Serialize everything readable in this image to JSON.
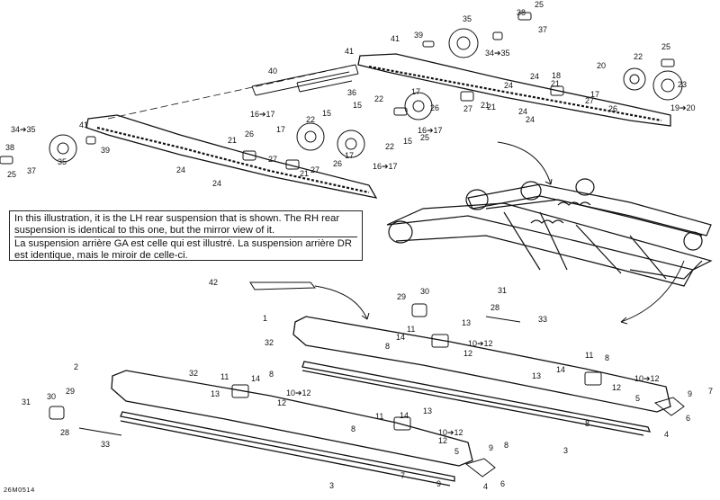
{
  "note": {
    "en": "In this illustration, it is the LH rear suspension that is shown. The RH rear suspension is identical to this one, but the mirror view of it.",
    "fr": "La suspension arrière GA est celle qui est illustré. La suspension arrière DR est identique, mais le miroir de celle-ci."
  },
  "reference": "26M0514",
  "callouts": [
    {
      "id": "c38a",
      "text": "38"
    },
    {
      "id": "c25a",
      "text": "25"
    },
    {
      "id": "c37a",
      "text": "37"
    },
    {
      "id": "c35a",
      "text": "35"
    },
    {
      "id": "c3435a",
      "text": "34➔35"
    },
    {
      "id": "c41a",
      "text": "41"
    },
    {
      "id": "c39a",
      "text": "39"
    },
    {
      "id": "c40",
      "text": "40"
    },
    {
      "id": "c41b",
      "text": "41"
    },
    {
      "id": "c36",
      "text": "36"
    },
    {
      "id": "c24a",
      "text": "24"
    },
    {
      "id": "c24b",
      "text": "24"
    },
    {
      "id": "c22a",
      "text": "22"
    },
    {
      "id": "c25b",
      "text": "25"
    },
    {
      "id": "c20a",
      "text": "20"
    },
    {
      "id": "c18",
      "text": "18"
    },
    {
      "id": "c21a",
      "text": "21"
    },
    {
      "id": "c23",
      "text": "23"
    },
    {
      "id": "c17a",
      "text": "17"
    },
    {
      "id": "c27a",
      "text": "27"
    },
    {
      "id": "c26a",
      "text": "26"
    },
    {
      "id": "c1920",
      "text": "19➔20"
    },
    {
      "id": "c21b",
      "text": "21"
    },
    {
      "id": "c24c",
      "text": "24"
    },
    {
      "id": "c24d",
      "text": "24"
    },
    {
      "id": "c26b",
      "text": "26"
    },
    {
      "id": "c22b",
      "text": "22"
    },
    {
      "id": "c15a",
      "text": "15"
    },
    {
      "id": "c1617a",
      "text": "16➔17"
    },
    {
      "id": "c17b",
      "text": "17"
    },
    {
      "id": "c27b",
      "text": "27"
    },
    {
      "id": "c21c",
      "text": "21"
    },
    {
      "id": "c1617b",
      "text": "16➔17"
    },
    {
      "id": "c22c",
      "text": "22"
    },
    {
      "id": "c15b",
      "text": "15"
    },
    {
      "id": "c22d",
      "text": "22"
    },
    {
      "id": "c25c",
      "text": "25"
    },
    {
      "id": "c15c",
      "text": "15"
    },
    {
      "id": "c26c",
      "text": "26"
    },
    {
      "id": "c17c",
      "text": "17"
    },
    {
      "id": "c21d",
      "text": "21"
    },
    {
      "id": "c27c",
      "text": "27"
    },
    {
      "id": "c27d",
      "text": "27"
    },
    {
      "id": "c21e",
      "text": "21"
    },
    {
      "id": "c26d",
      "text": "26"
    },
    {
      "id": "c17d",
      "text": "17"
    },
    {
      "id": "c1617c",
      "text": "16➔17"
    },
    {
      "id": "c3435b",
      "text": "34➔35"
    },
    {
      "id": "c41c",
      "text": "41"
    },
    {
      "id": "c39b",
      "text": "39"
    },
    {
      "id": "c38b",
      "text": "38"
    },
    {
      "id": "c37b",
      "text": "37"
    },
    {
      "id": "c35b",
      "text": "35"
    },
    {
      "id": "c25d",
      "text": "25"
    },
    {
      "id": "c24e",
      "text": "24"
    },
    {
      "id": "c24f",
      "text": "24"
    },
    {
      "id": "c42",
      "text": "42"
    },
    {
      "id": "c1",
      "text": "1"
    },
    {
      "id": "c29a",
      "text": "29"
    },
    {
      "id": "c30a",
      "text": "30"
    },
    {
      "id": "c31a",
      "text": "31"
    },
    {
      "id": "c28a",
      "text": "28"
    },
    {
      "id": "c33a",
      "text": "33"
    },
    {
      "id": "c32a",
      "text": "32"
    },
    {
      "id": "c13a",
      "text": "13"
    },
    {
      "id": "c11a",
      "text": "11"
    },
    {
      "id": "c14a",
      "text": "14"
    },
    {
      "id": "c8a",
      "text": "8"
    },
    {
      "id": "c1012a",
      "text": "10➔12"
    },
    {
      "id": "c12a",
      "text": "12"
    },
    {
      "id": "c2",
      "text": "2"
    },
    {
      "id": "c32b",
      "text": "32"
    },
    {
      "id": "c11b",
      "text": "11"
    },
    {
      "id": "c14b",
      "text": "14"
    },
    {
      "id": "c8b",
      "text": "8"
    },
    {
      "id": "c13b",
      "text": "13"
    },
    {
      "id": "c1012b",
      "text": "10➔12"
    },
    {
      "id": "c12b",
      "text": "12"
    },
    {
      "id": "c11c",
      "text": "11"
    },
    {
      "id": "c14c",
      "text": "14"
    },
    {
      "id": "c8c",
      "text": "8"
    },
    {
      "id": "c13c",
      "text": "13"
    },
    {
      "id": "c1012c",
      "text": "10➔12"
    },
    {
      "id": "c12c",
      "text": "12"
    },
    {
      "id": "c5a",
      "text": "5"
    },
    {
      "id": "c9a",
      "text": "9"
    },
    {
      "id": "c7a",
      "text": "7"
    },
    {
      "id": "c6a",
      "text": "6"
    },
    {
      "id": "c8d",
      "text": "8"
    },
    {
      "id": "c4a",
      "text": "4"
    },
    {
      "id": "c3a",
      "text": "3"
    },
    {
      "id": "c31b",
      "text": "31"
    },
    {
      "id": "c30b",
      "text": "30"
    },
    {
      "id": "c29b",
      "text": "29"
    },
    {
      "id": "c28b",
      "text": "28"
    },
    {
      "id": "c33b",
      "text": "33"
    },
    {
      "id": "c11d",
      "text": "11"
    },
    {
      "id": "c14d",
      "text": "14"
    },
    {
      "id": "c13d",
      "text": "13"
    },
    {
      "id": "c8e",
      "text": "8"
    },
    {
      "id": "c1012d",
      "text": "10➔12"
    },
    {
      "id": "c12d",
      "text": "12"
    },
    {
      "id": "c5b",
      "text": "5"
    },
    {
      "id": "c9b",
      "text": "9"
    },
    {
      "id": "c8f",
      "text": "8"
    },
    {
      "id": "c6b",
      "text": "6"
    },
    {
      "id": "c4b",
      "text": "4"
    },
    {
      "id": "c7b",
      "text": "7"
    },
    {
      "id": "c9c",
      "text": "9"
    },
    {
      "id": "c3b",
      "text": "3"
    }
  ]
}
